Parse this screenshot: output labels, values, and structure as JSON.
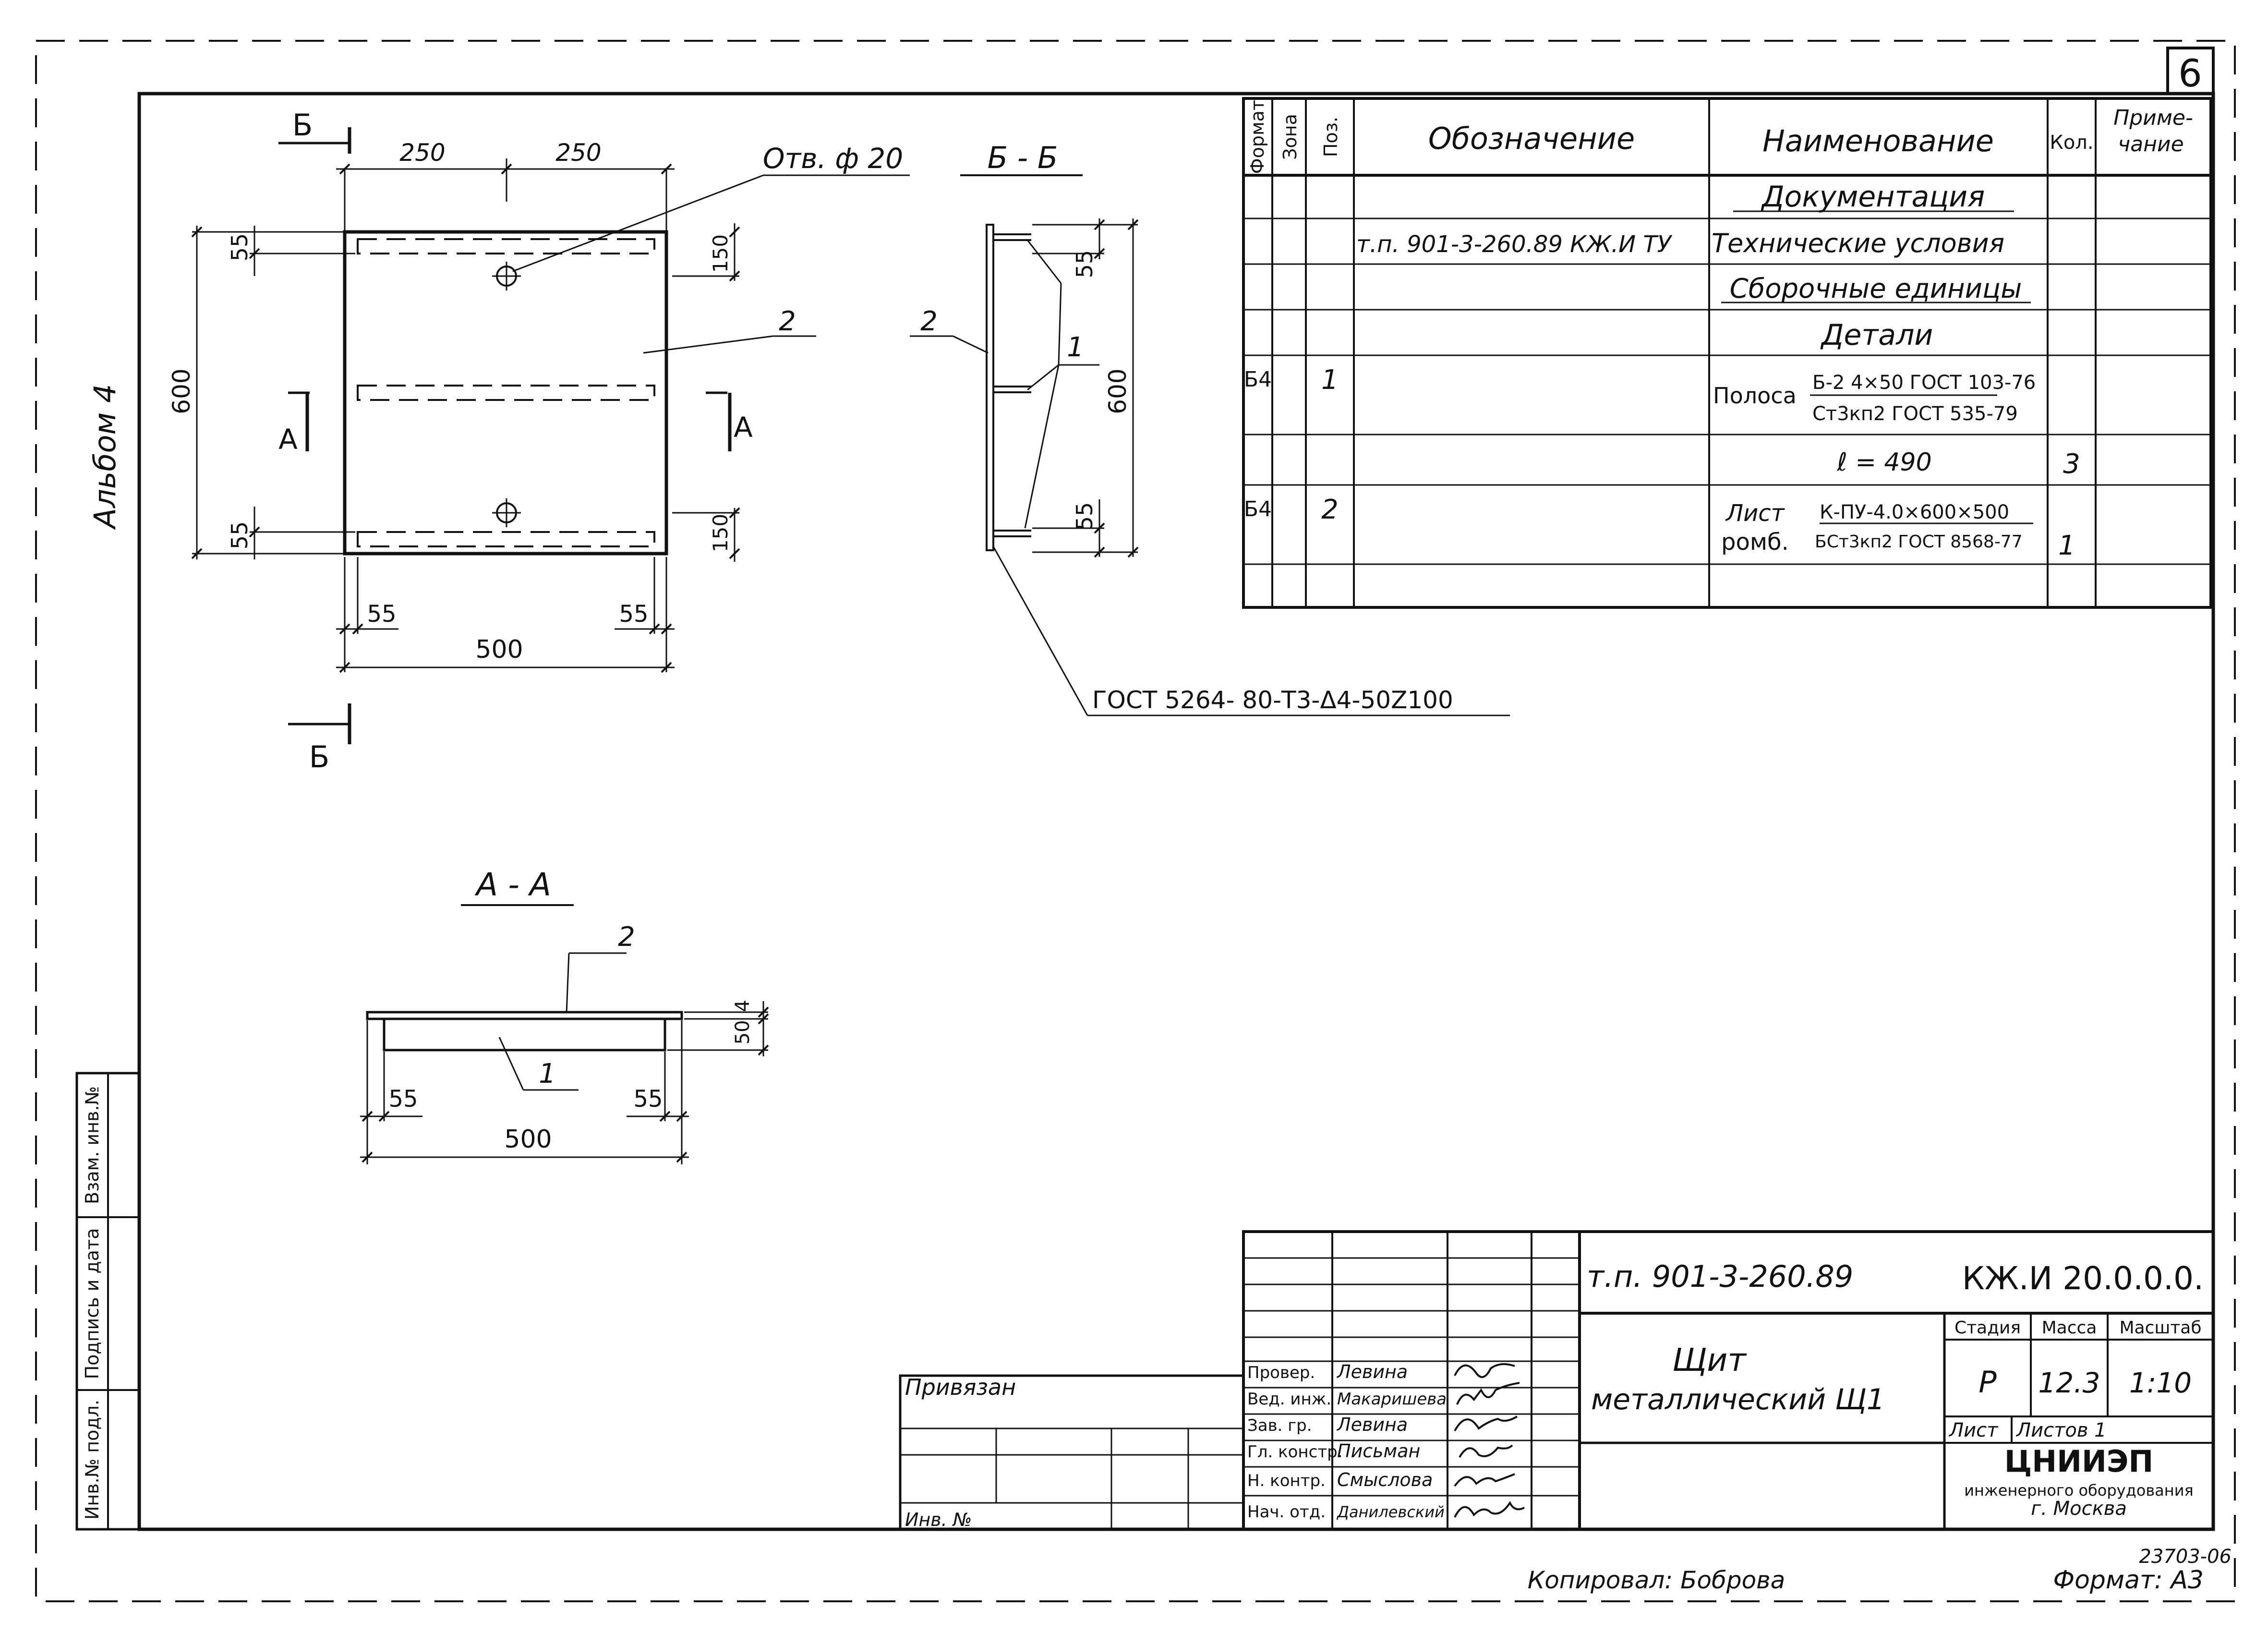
{
  "sheet": {
    "number": "6",
    "album": "Альбом 4",
    "copied_by": "Копировал: Боброва",
    "format": "Формат: А3",
    "archive_no": "23703-06"
  },
  "drawing": {
    "section_b_mark": "Б",
    "section_a_mark": "А",
    "hole_label": "Отв. ф 20",
    "section_bb_title": "Б - Б",
    "section_aa_title": "А - А",
    "weld_note": "ГОСТ 5264- 80-Т3-Δ4-50Z100",
    "pos_1": "1",
    "pos_2": "2",
    "dims": {
      "d250": "250",
      "d55": "55",
      "d600": "600",
      "d150": "150",
      "d500": "500",
      "d50": "50",
      "d4": "4"
    }
  },
  "spec_table": {
    "headers": {
      "format": "Формат",
      "zone": "Зона",
      "pos": "Поз.",
      "designation": "Обозначение",
      "name": "Наименование",
      "qty": "Кол.",
      "note_1": "Приме-",
      "note_2": "чание"
    },
    "rows": {
      "documentation": "Документация",
      "tu_designation": "т.п. 901-3-260.89  КЖ.И  ТУ",
      "tu_name": "Технические условия",
      "assembly_units": "Сборочные единицы",
      "details": "Детали",
      "r1_format": "Б4",
      "r1_pos": "1",
      "r1_name": "Полоса",
      "r1_spec_top": "Б-2 4×50 ГОСТ 103-76",
      "r1_spec_bottom": "Ст3кп2 ГОСТ 535-79",
      "r1_length": "ℓ = 490",
      "r1_qty": "3",
      "r2_format": "Б4",
      "r2_pos": "2",
      "r2_name_1": "Лист",
      "r2_name_2": "ромб.",
      "r2_spec_top": "К-ПУ-4.0×600×500",
      "r2_spec_bottom": "БСт3кп2 ГОСТ 8568-77",
      "r2_qty": "1"
    }
  },
  "side_stamp": {
    "inv_orig": "Инв.№ подл.",
    "sign_date": "Подпись и дата",
    "inv_repl": "Взам. инв.№"
  },
  "title_block": {
    "project_code": "т.п. 901-3-260.89",
    "doc_code": "КЖ.И 20.0.0.0.",
    "title_1": "Щит",
    "title_2": "металлический Щ1",
    "stage_h": "Стадия",
    "mass_h": "Масса",
    "scale_h": "Масштаб",
    "stage": "Р",
    "mass": "12.3",
    "scale": "1:10",
    "sheet_h": "Лист",
    "sheets_h": "Листов 1",
    "org_1": "ЦНИИЭП",
    "org_2": "инженерного оборудования",
    "org_3": "г. Москва",
    "bound": "Привязан",
    "inv_no": "Инв. №",
    "roles": [
      "Провер.",
      "Вед. инж.",
      "Зав. гр.",
      "Гл. констр.",
      "Н. контр.",
      "Нач. отд."
    ],
    "names": [
      "Левина",
      "Макаришева",
      "Левина",
      "Письман",
      "Смыслова",
      "Данилевский"
    ]
  }
}
